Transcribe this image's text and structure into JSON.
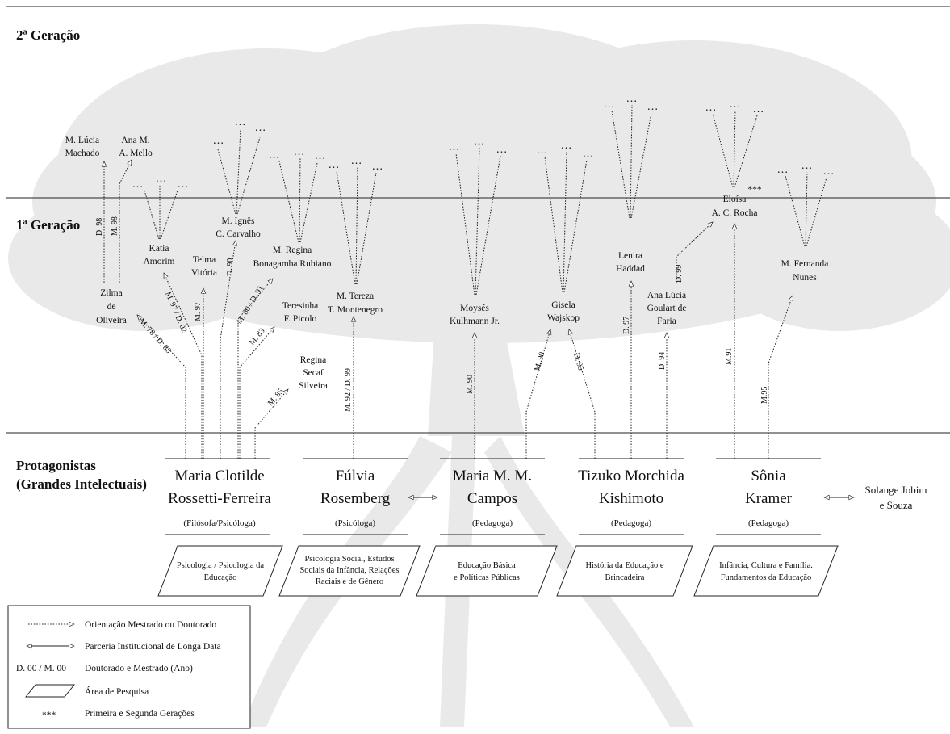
{
  "generations": {
    "second": "2ª Geração",
    "first": "1ª Geração",
    "protagonists_line1": "Protagonistas",
    "protagonists_line2": "(Grandes Intelectuais)"
  },
  "ellipsis": "…",
  "protagonists": [
    {
      "line1": "Maria Clotilde",
      "line2": "Rossetti-Ferreira",
      "profession": "(Filósofa/Psicóloga)",
      "area": [
        "Psicologia / Psicologia da",
        "Educação"
      ]
    },
    {
      "line1": "Fúlvia",
      "line2": "Rosemberg",
      "profession": "(Psicóloga)",
      "area": [
        "Psicologia Social, Estudos",
        "Sociais da Infância, Relações",
        "Raciais e de Gênero"
      ]
    },
    {
      "line1": "Maria M. M.",
      "line2": "Campos",
      "profession": "(Pedagoga)",
      "area": [
        "Educação Básica",
        "e Políticas Públicas"
      ]
    },
    {
      "line1": "Tizuko Morchida",
      "line2": "Kishimoto",
      "profession": "(Pedagoga)",
      "area": [
        "História da Educação e",
        "Brincadeira"
      ]
    },
    {
      "line1": "Sônia",
      "line2": "Kramer",
      "profession": "(Pedagoga)",
      "area": [
        "Infância, Cultura e Família.",
        "Fundamentos da Educação"
      ]
    }
  ],
  "partner": [
    "Solange Jobim",
    "e Souza"
  ],
  "first_generation": {
    "zilma": [
      "Zilma",
      "de",
      "Oliveira"
    ],
    "katia": [
      "Katia",
      "Amorim"
    ],
    "telma": [
      "Telma",
      "Vitória"
    ],
    "ignes": [
      "M. Ignês",
      "C. Carvalho"
    ],
    "regina_b": [
      "M. Regina",
      "Bonagamba Rubiano"
    ],
    "teresinha": [
      "Teresinha",
      "F. Picolo"
    ],
    "regina_s": [
      "Regina",
      "Secaf",
      "Silveira"
    ],
    "tereza": [
      "M. Tereza",
      "T. Montenegro"
    ],
    "moyses": [
      "Moysés",
      "Kulhmann Jr."
    ],
    "gisela": [
      "Gisela",
      "Wajskop"
    ],
    "lenira": [
      "Lenira",
      "Haddad"
    ],
    "ana_lucia": [
      "Ana Lúcia",
      "Goulart de",
      "Faria"
    ],
    "eloisa": [
      "Eloísa",
      "A. C. Rocha"
    ],
    "fernanda": [
      "M. Fernanda",
      "Nunes"
    ]
  },
  "second_generation": {
    "lucia": [
      "M. Lúcia",
      "Machado"
    ],
    "ana_mello": [
      "Ana M.",
      "A. Mello"
    ],
    "stars": "***"
  },
  "edge_labels": {
    "zilma_lucia": "D. 98",
    "zilma_ana": "M. 98",
    "zilma": "M. 78 / D. 88",
    "katia": "M. 97 / D. 02",
    "telma": "M. 97",
    "ignes": "D. 90",
    "regina_b": "M. 80 / D. 91",
    "teresinha": "M. 83",
    "regina_s": "M. 85",
    "tereza": "M. 92 / D. 99",
    "moyses": "M. 90",
    "gisela_m": "M. 90",
    "gisela_d": "D. 95",
    "lenira": "D. 97",
    "ana_lucia": "D. 94",
    "ana_eloisa": "D. 99",
    "eloisa": "M.91",
    "fernanda": "M.95"
  },
  "legend": [
    {
      "symbol": "dotted-arrow",
      "text": "Orientação Mestrado ou Doutorado"
    },
    {
      "symbol": "double-arrow",
      "text": "Parceria Institucional de Longa Data"
    },
    {
      "symbol": "code",
      "code": "D. 00 / M. 00",
      "text": "Doutorado e Mestrado (Ano)"
    },
    {
      "symbol": "parallelogram",
      "text": "Área de Pesquisa"
    },
    {
      "symbol": "stars",
      "code": "***",
      "text": "Primeira e Segunda Gerações"
    }
  ]
}
